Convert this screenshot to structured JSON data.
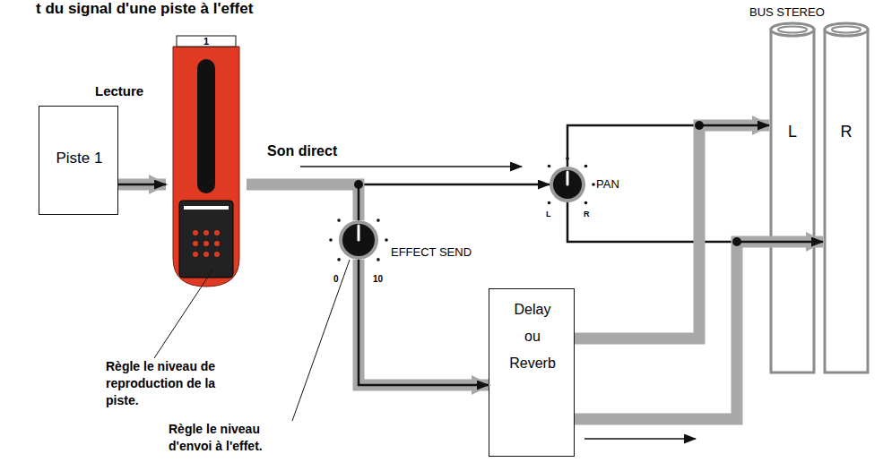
{
  "diagram": {
    "title": "t du signal d'une piste à l'effet",
    "nodes": [
      {
        "text": [
          "Lecture",
          "Piste 1"
        ]
      },
      {
        "text": [
          "1"
        ]
      },
      {
        "text": [
          "PAN",
          "L",
          "R"
        ]
      },
      {
        "text": [
          "EFFECT SEND",
          "0",
          "10"
        ]
      },
      {
        "text": [
          "Delay ou Reverb"
        ]
      },
      {
        "text": [
          "L"
        ]
      },
      {
        "text": [
          "R"
        ]
      }
    ],
    "edges": [
      {
        "from": 0,
        "to": 1,
        "arrow": "to"
      },
      {
        "from": 1,
        "to": 2,
        "label": "Son direct",
        "arrow": "to"
      },
      {
        "from": 1,
        "to": 3,
        "arrow": "none"
      },
      {
        "from": 3,
        "to": 4,
        "arrow": "to"
      },
      {
        "from": 2,
        "to": 5,
        "arrow": "to"
      },
      {
        "from": 2,
        "to": 6,
        "arrow": "to"
      },
      {
        "from": 4,
        "to": 5,
        "arrow": "to"
      },
      {
        "from": 4,
        "to": 6,
        "arrow": "to"
      }
    ],
    "labels": [
      "BUS STEREO",
      "Règle le niveau de reproduction de la piste.",
      "Règle le niveau d'envoi à l'effet."
    ]
  }
}
